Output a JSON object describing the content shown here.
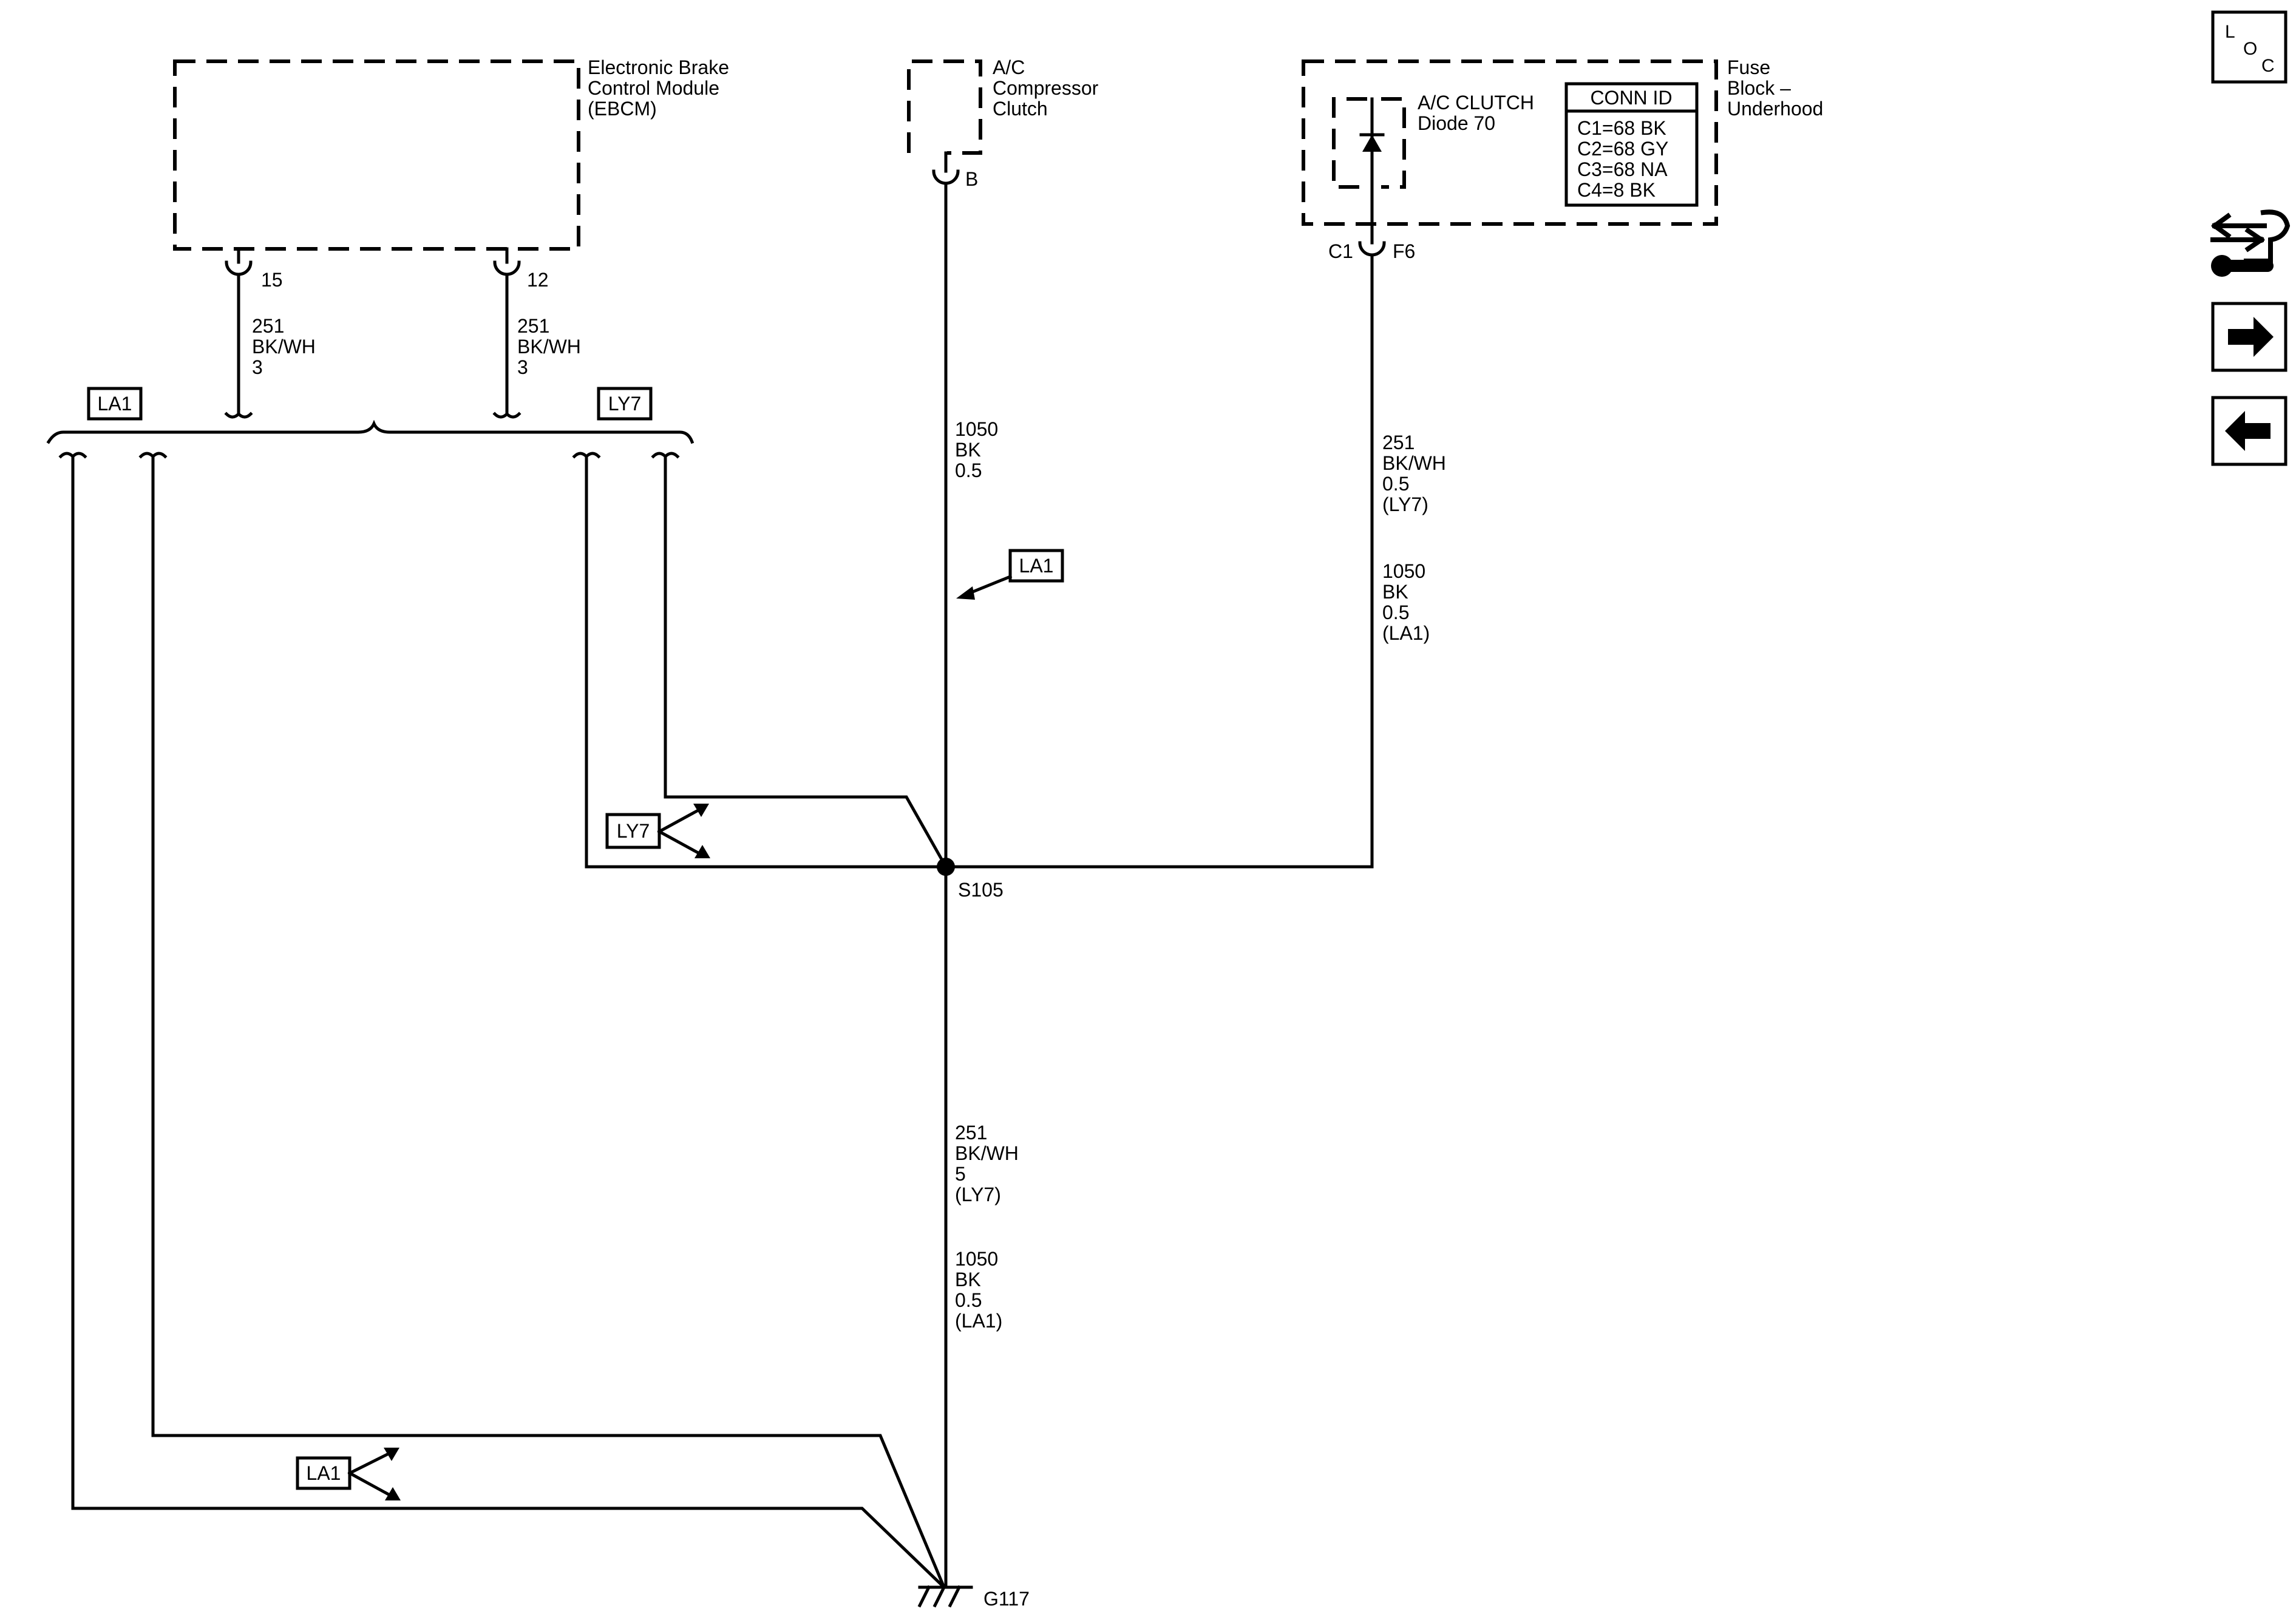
{
  "components": {
    "ebcm": {
      "name_lines": [
        "Electronic Brake",
        "Control Module",
        "(EBCM)"
      ],
      "pin_a": "15",
      "pin_b": "12"
    },
    "compressor": {
      "name_lines": [
        "A/C",
        "Compressor",
        "Clutch"
      ],
      "pin": "B"
    },
    "fuse_block": {
      "name_lines": [
        "Fuse",
        "Block –",
        "Underhood"
      ],
      "diode_lines": [
        "A/C CLUTCH",
        "Diode 70"
      ],
      "conn_id_header": "CONN ID",
      "conn_ids": [
        "C1=68 BK",
        "C2=68 GY",
        "C3=68 NA",
        "C4=8 BK"
      ],
      "connector": "C1",
      "pin": "F6"
    }
  },
  "wires": {
    "ebcm_15": [
      "251",
      "BK/WH",
      "3"
    ],
    "ebcm_12": [
      "251",
      "BK/WH",
      "3"
    ],
    "compressor": [
      "1050",
      "BK",
      "0.5"
    ],
    "fuse_ly7": [
      "251",
      "BK/WH",
      "0.5",
      "(LY7)"
    ],
    "fuse_la1": [
      "1050",
      "BK",
      "0.5",
      "(LA1)"
    ],
    "ground_ly7": [
      "251",
      "BK/WH",
      "5",
      "(LY7)"
    ],
    "ground_la1": [
      "1050",
      "BK",
      "0.5",
      "(LA1)"
    ]
  },
  "options": {
    "top_left": "LA1",
    "top_right": "LY7",
    "compressor": "LA1",
    "splice": "LY7",
    "bottom": "LA1"
  },
  "splice": "S105",
  "ground": "G117",
  "sidebar": {
    "loc_letters": [
      "L",
      "O",
      "C"
    ],
    "tools_icon": "wrench-arrows-icon",
    "next_icon": "arrow-right-icon",
    "prev_icon": "arrow-left-icon"
  }
}
